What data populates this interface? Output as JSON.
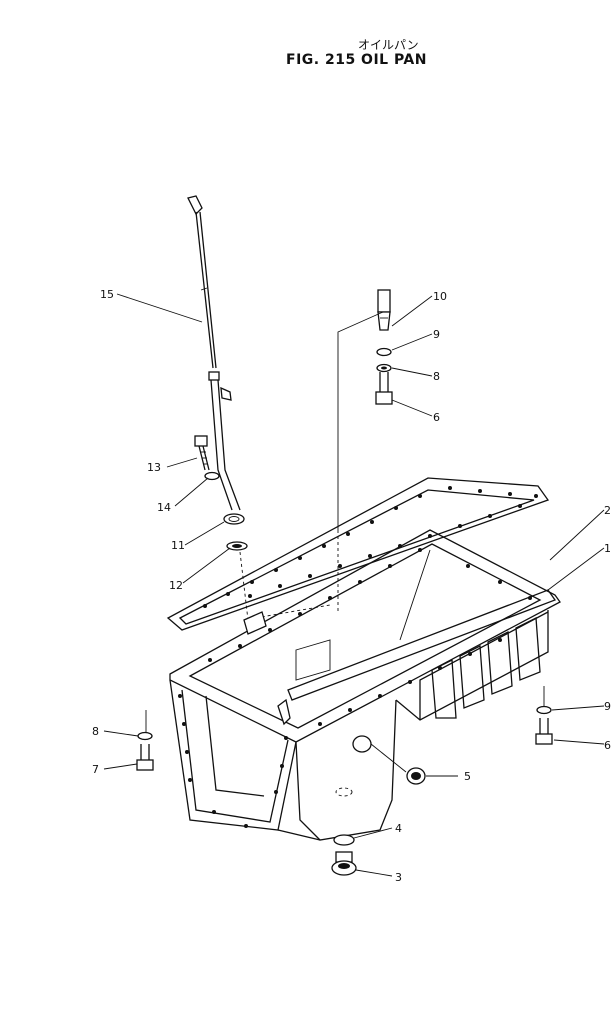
{
  "title": {
    "japanese": "オイルパン",
    "figure": "FIG. 215  OIL PAN"
  },
  "callouts": [
    {
      "id": "c15",
      "label": "15"
    },
    {
      "id": "c13",
      "label": "13"
    },
    {
      "id": "c14",
      "label": "14"
    },
    {
      "id": "c11",
      "label": "11"
    },
    {
      "id": "c12",
      "label": "12"
    },
    {
      "id": "c10",
      "label": "10"
    },
    {
      "id": "c9a",
      "label": "9"
    },
    {
      "id": "c8a",
      "label": "8"
    },
    {
      "id": "c6a",
      "label": "6"
    },
    {
      "id": "c2",
      "label": "2"
    },
    {
      "id": "c1",
      "label": "1"
    },
    {
      "id": "c9b",
      "label": "9"
    },
    {
      "id": "c6b",
      "label": "6"
    },
    {
      "id": "c8b",
      "label": "8"
    },
    {
      "id": "c7",
      "label": "7"
    },
    {
      "id": "c5",
      "label": "5"
    },
    {
      "id": "c4",
      "label": "4"
    },
    {
      "id": "c3",
      "label": "3"
    }
  ]
}
